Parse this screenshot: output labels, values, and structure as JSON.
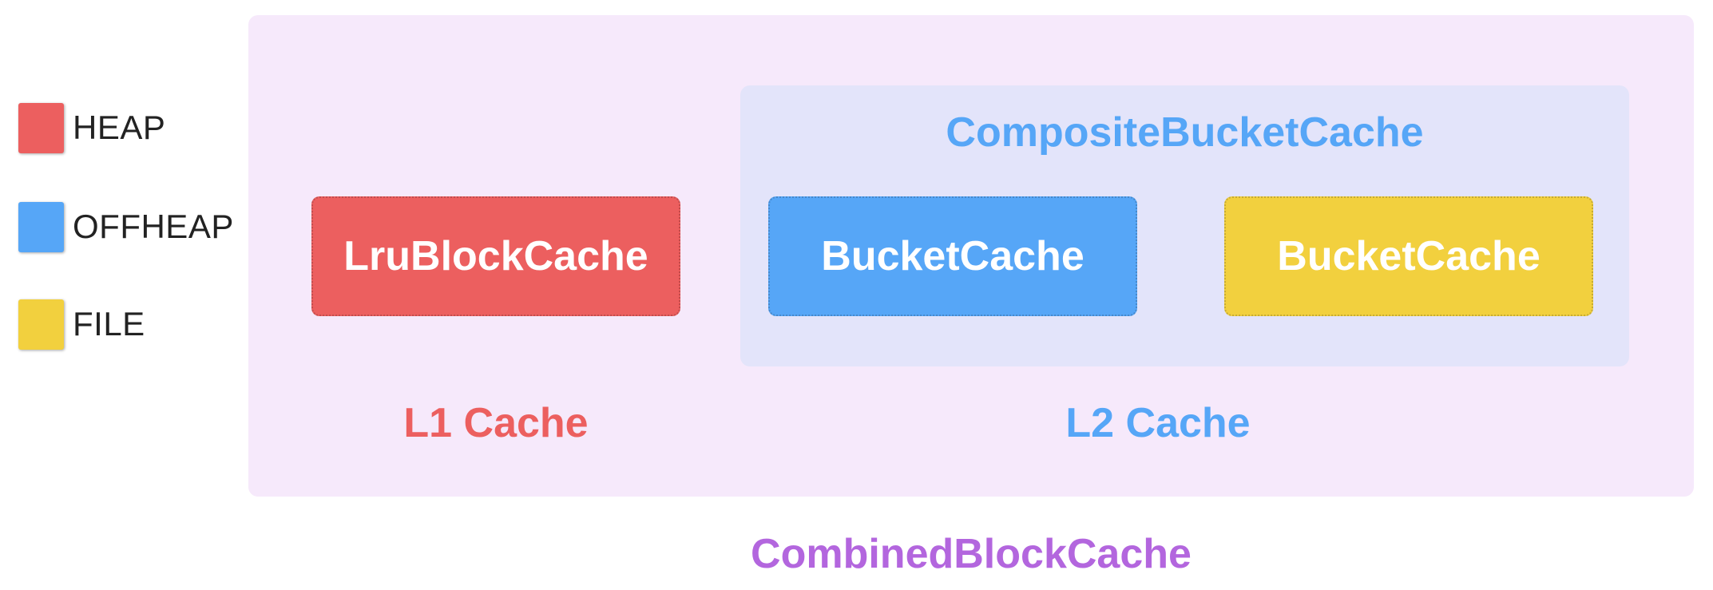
{
  "legend": [
    {
      "label": "HEAP",
      "color": "#ec5f5f"
    },
    {
      "label": "OFFHEAP",
      "color": "#56a6f7"
    },
    {
      "label": "FILE",
      "color": "#f2d03e"
    }
  ],
  "combined": {
    "title": "CombinedBlockCache",
    "background": "#f6e9fb",
    "title_color": "#b366de"
  },
  "l1": {
    "title": "L1 Cache",
    "title_color": "#ec5f5f",
    "block_label": "LruBlockCache",
    "block_color": "#ec5f5f"
  },
  "l2": {
    "title": "L2 Cache",
    "title_color": "#56a6f7",
    "composite": {
      "title": "CompositeBucketCache",
      "background": "#e3e4fa",
      "title_color": "#56a6f7"
    },
    "blocks": [
      {
        "label": "BucketCache",
        "color": "#56a6f7"
      },
      {
        "label": "BucketCache",
        "color": "#f2d03e"
      }
    ]
  }
}
